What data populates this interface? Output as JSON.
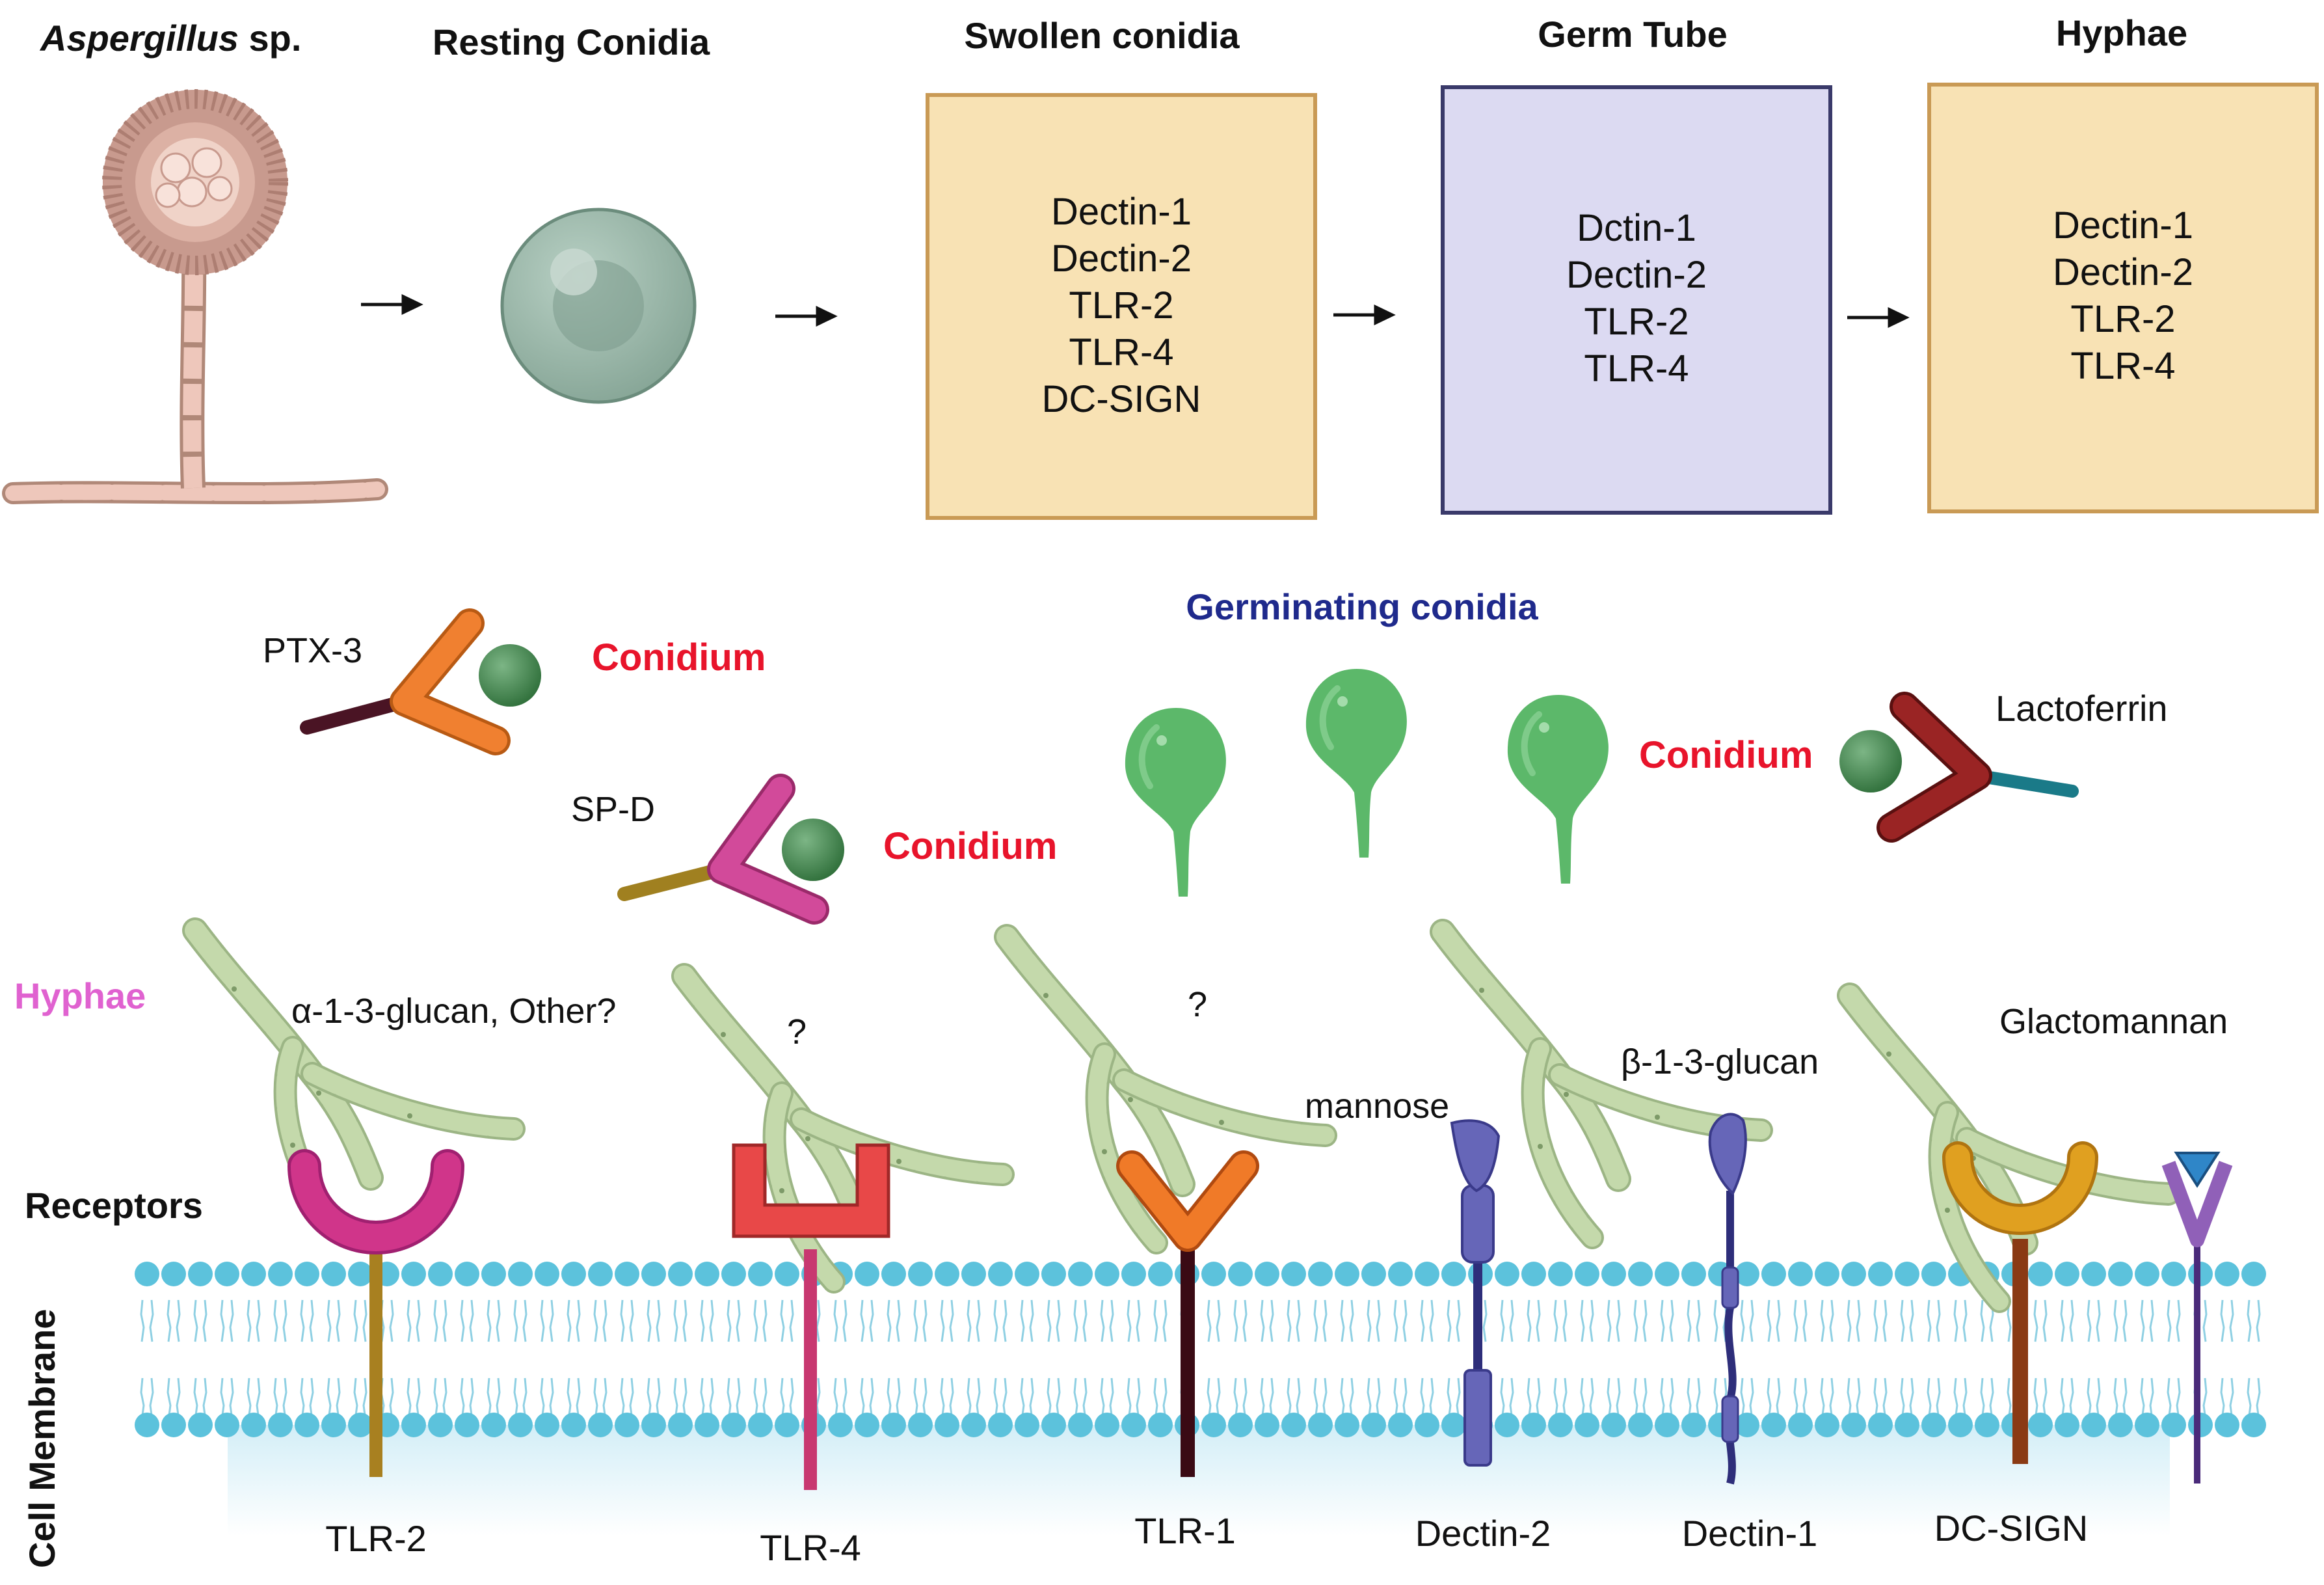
{
  "stages": {
    "aspergillus_italic": "Aspergillus",
    "aspergillus_suffix": " sp.",
    "resting": "Resting Conidia",
    "swollen": "Swollen conidia",
    "germ_tube": "Germ Tube",
    "hyphae": "Hyphae"
  },
  "boxes": {
    "swollen": [
      "Dectin-1",
      "Dectin-2",
      "TLR-2",
      "TLR-4",
      "DC-SIGN"
    ],
    "germ_tube": [
      "Dctin-1",
      "Dectin-2",
      "TLR-2",
      "TLR-4"
    ],
    "hyphae": [
      "Dectin-1",
      "Dectin-2",
      "TLR-2",
      "TLR-4"
    ]
  },
  "soluble": {
    "ptx3": "PTX-3",
    "spd": "SP-D",
    "lactoferrin": "Lactoferrin",
    "conidium": "Conidium",
    "germinating": "Germinating conidia"
  },
  "ligands": {
    "hyphae_label": "Hyphae",
    "alpha_glucan": "α-1-3-glucan, Other?",
    "q1": "?",
    "q2": "?",
    "mannose": "mannose",
    "beta_glucan": "β-1-3-glucan",
    "galactomannan": "Glactomannan"
  },
  "labels": {
    "receptors": "Receptors",
    "membrane": "Cell Membrane"
  },
  "receptors": [
    "TLR-2",
    "TLR-4",
    "TLR-1",
    "Dectin-2",
    "Dectin-1",
    "DC-SIGN"
  ],
  "colors": {
    "swollen_box": "#f8e2b4",
    "germ_box": "#dcdaf2",
    "conidium_text": "#e8142b",
    "germinating_text": "#1f2a8c",
    "hyphae_text": "#e062d0",
    "membrane_head": "#5cc2dc",
    "hyphae_fill": "#bfd4a8",
    "germ_green": "#5cb86a"
  }
}
